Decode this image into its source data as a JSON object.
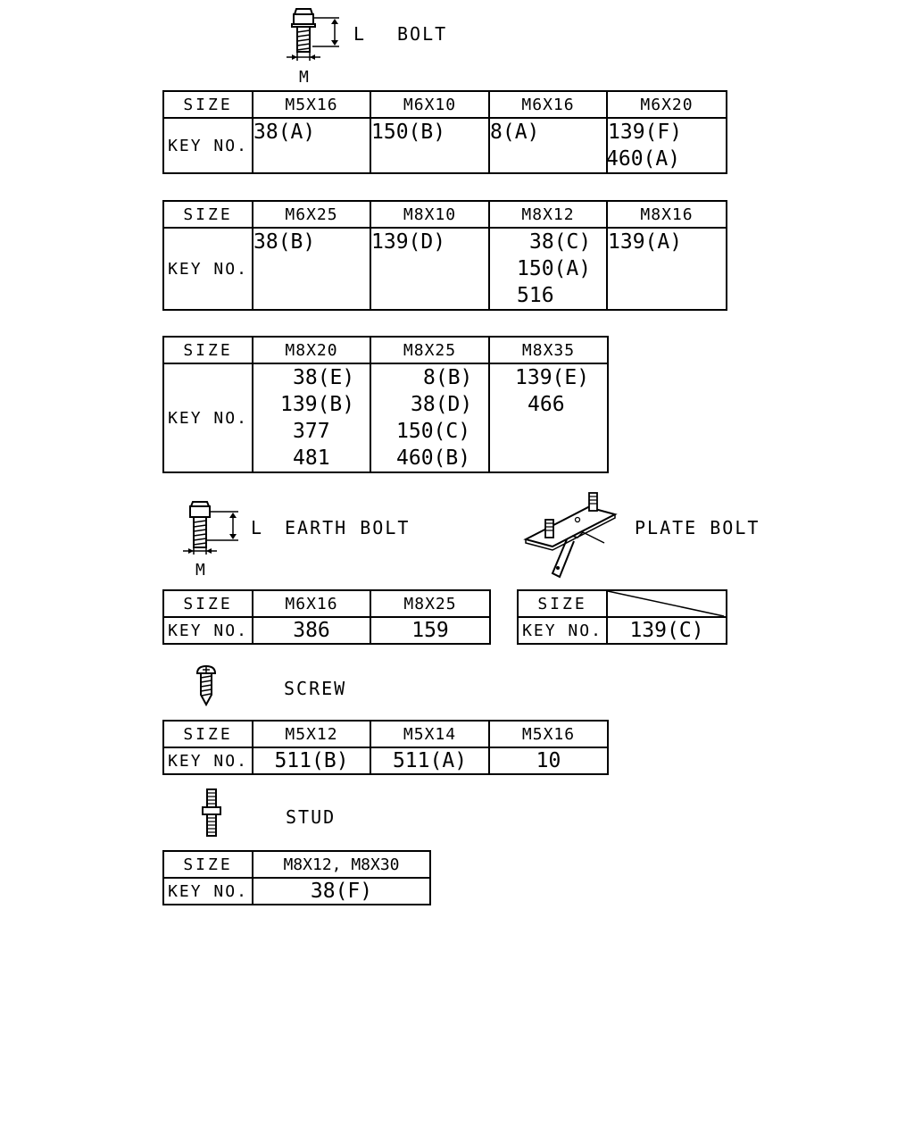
{
  "bolt": {
    "title": "BOLT",
    "dim_l": "L",
    "dim_m": "M",
    "tables": [
      {
        "sizes": [
          "M5X16",
          "M6X10",
          "M6X16",
          "M6X20"
        ],
        "keys": [
          [
            "38(A)"
          ],
          [
            "150(B)"
          ],
          [
            "8(A)"
          ],
          [
            "139(F)",
            "460(A)"
          ]
        ]
      },
      {
        "sizes": [
          "M6X25",
          "M8X10",
          "M8X12",
          "M8X16"
        ],
        "keys": [
          [
            "38(B)"
          ],
          [
            "139(D)"
          ],
          [
            "38(C)",
            "150(A)",
            "516"
          ],
          [
            "139(A)"
          ]
        ]
      },
      {
        "sizes": [
          "M8X20",
          "M8X25",
          "M8X35"
        ],
        "keys": [
          [
            "38(E)",
            "139(B)",
            "377",
            "481"
          ],
          [
            "8(B)",
            "38(D)",
            "150(C)",
            "460(B)"
          ],
          [
            "139(E)",
            "466"
          ]
        ]
      }
    ]
  },
  "earth_bolt": {
    "title": "EARTH BOLT",
    "dim_l": "L",
    "dim_m": "M",
    "sizes": [
      "M6X16",
      "M8X25"
    ],
    "keys": [
      "386",
      "159"
    ]
  },
  "plate_bolt": {
    "title": "PLATE BOLT",
    "key": "139(C)"
  },
  "screw": {
    "title": "SCREW",
    "sizes": [
      "M5X12",
      "M5X14",
      "M5X16"
    ],
    "keys": [
      "511(B)",
      "511(A)",
      "10"
    ]
  },
  "stud": {
    "title": "STUD",
    "size": "M8X12, M8X30",
    "key": "38(F)"
  },
  "labels": {
    "size": "SIZE",
    "key_no": "KEY NO."
  }
}
